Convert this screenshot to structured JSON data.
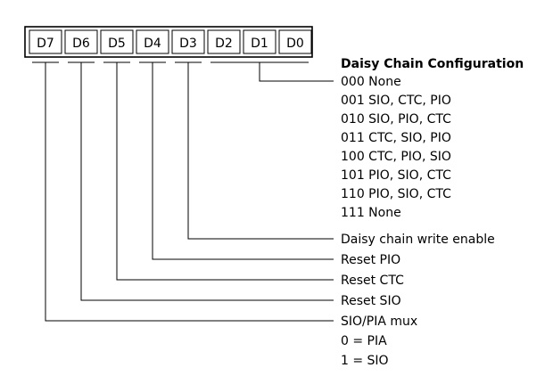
{
  "register": {
    "bits": [
      "D7",
      "D6",
      "D5",
      "D4",
      "D3",
      "D2",
      "D1",
      "D0"
    ]
  },
  "daisy_chain": {
    "title": "Daisy Chain Configuration",
    "options": [
      "000 None",
      "001 SIO, CTC, PIO",
      "010 SIO, PIO, CTC",
      "011 CTC, SIO, PIO",
      "100 CTC, PIO, SIO",
      "101 PIO, SIO, CTC",
      "110 PIO, SIO, CTC",
      "111 None"
    ]
  },
  "fields": {
    "daisy_chain_write_enable": "Daisy chain write enable",
    "reset_pio": "Reset PIO",
    "reset_ctc": "Reset CTC",
    "reset_sio": "Reset SIO",
    "sio_pia_mux": "SIO/PIA mux",
    "mux_option_0": "0 = PIA",
    "mux_option_1": "1 = SIO"
  }
}
